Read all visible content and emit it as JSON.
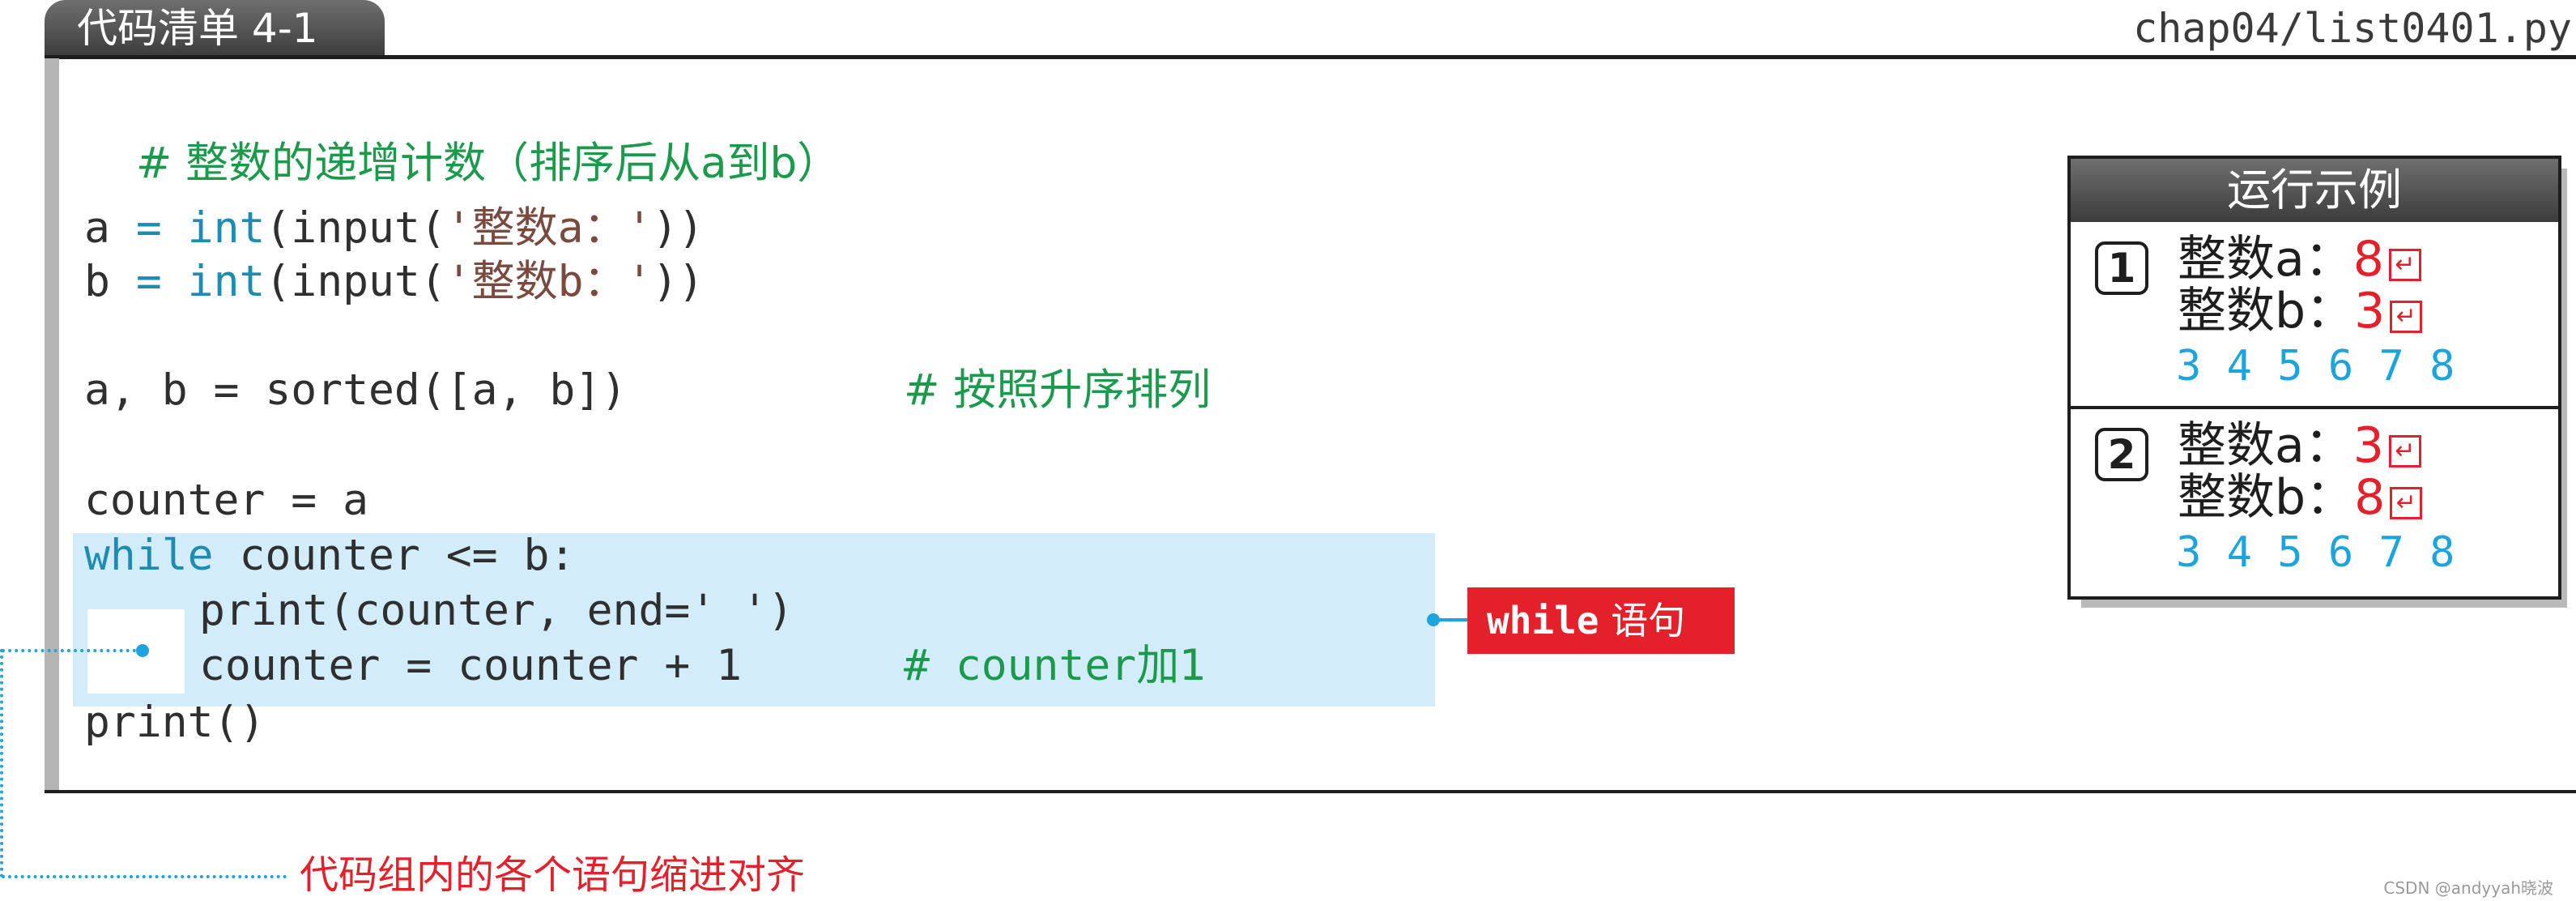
{
  "header": {
    "listing_label": "代码清单 4-1",
    "file_path": "chap04/list0401.py"
  },
  "code": {
    "line1_comment": "# 整数的递增计数（排序后从a到b）",
    "line3_a": "a",
    "line3_eq": " = ",
    "line3_func": "int",
    "line3_rest_open": "(input(",
    "line3_str": "'整数a：'",
    "line3_close": "))",
    "line4_a": "b",
    "line4_eq": " = ",
    "line4_func": "int",
    "line4_rest_open": "(input(",
    "line4_str": "'整数b：'",
    "line4_close": "))",
    "line6_code": "a, b = sorted([a, b])",
    "line6_comment": "# 按照升序排列",
    "line8": "counter = a",
    "line9_kw": "while",
    "line9_rest": " counter <= b:",
    "line10_func": "print",
    "line10_rest": "(counter, end=' ')",
    "line11_code": "counter = counter + 1",
    "line11_comment_hash": "# counter",
    "line11_comment_cn": "加1",
    "line12": "print()"
  },
  "callouts": {
    "while_keyword": "while",
    "while_text": " 语句",
    "indent_note": "代码组内的各个语句缩进对齐"
  },
  "run_example": {
    "title": "运行示例",
    "examples": [
      {
        "number": "1",
        "prompt_a": "整数a：",
        "value_a": "8",
        "prompt_b": "整数b：",
        "value_b": "3",
        "output": "3 4 5 6 7 8"
      },
      {
        "number": "2",
        "prompt_a": "整数a：",
        "value_a": "3",
        "prompt_b": "整数b：",
        "value_b": "8",
        "output": "3 4 5 6 7 8"
      }
    ],
    "enter_symbol": "↵"
  },
  "watermark": "CSDN @andyyah晓波",
  "colors": {
    "keyword_blue": "#1e8bb0",
    "comment_green": "#1b9a4c",
    "accent_red": "#e4202a",
    "highlight_bg": "#d3ecfa"
  }
}
